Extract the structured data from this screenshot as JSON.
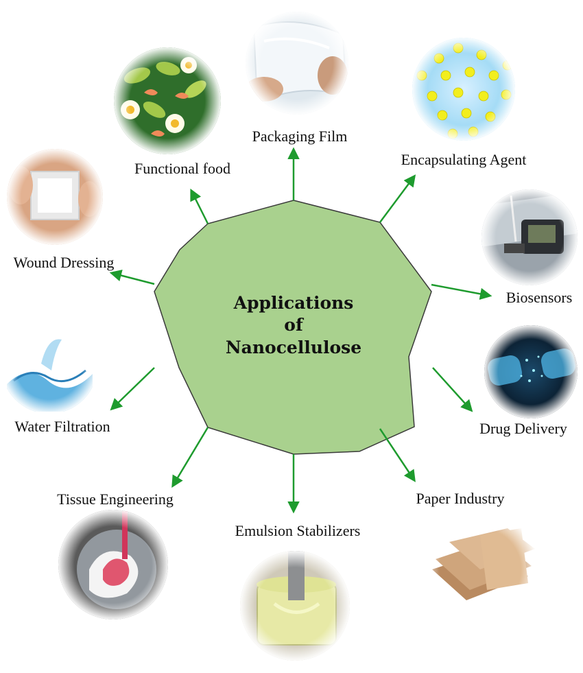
{
  "center": {
    "line1": "Applications",
    "line2": "of",
    "line3": "Nanocellulose",
    "fill": "#a9d18e",
    "stroke": "#3a3a3a"
  },
  "arrow_color": "#1e9b2e",
  "applications": [
    {
      "id": "packaging-film",
      "label": "Packaging Film",
      "icon": "plastic-film-photo"
    },
    {
      "id": "encapsulating-agent",
      "label": "Encapsulating Agent",
      "icon": "capsule-dots-photo"
    },
    {
      "id": "biosensors",
      "label": "Biosensors",
      "icon": "sensor-device-photo"
    },
    {
      "id": "drug-delivery",
      "label": "Drug Delivery",
      "icon": "drug-capsule-photo"
    },
    {
      "id": "paper-industry",
      "label": "Paper Industry",
      "icon": "paper-sheets-photo"
    },
    {
      "id": "emulsion-stabilizers",
      "label": "Emulsion Stabilizers",
      "icon": "emulsion-jar-photo"
    },
    {
      "id": "tissue-engineering",
      "label": "Tissue Engineering",
      "icon": "tissue-scaffold-photo"
    },
    {
      "id": "water-filtration",
      "label": "Water Filtration",
      "icon": "water-splash-photo"
    },
    {
      "id": "wound-dressing",
      "label": "Wound Dressing",
      "icon": "bandage-photo"
    },
    {
      "id": "functional-food",
      "label": "Functional food",
      "icon": "salad-photo"
    }
  ]
}
